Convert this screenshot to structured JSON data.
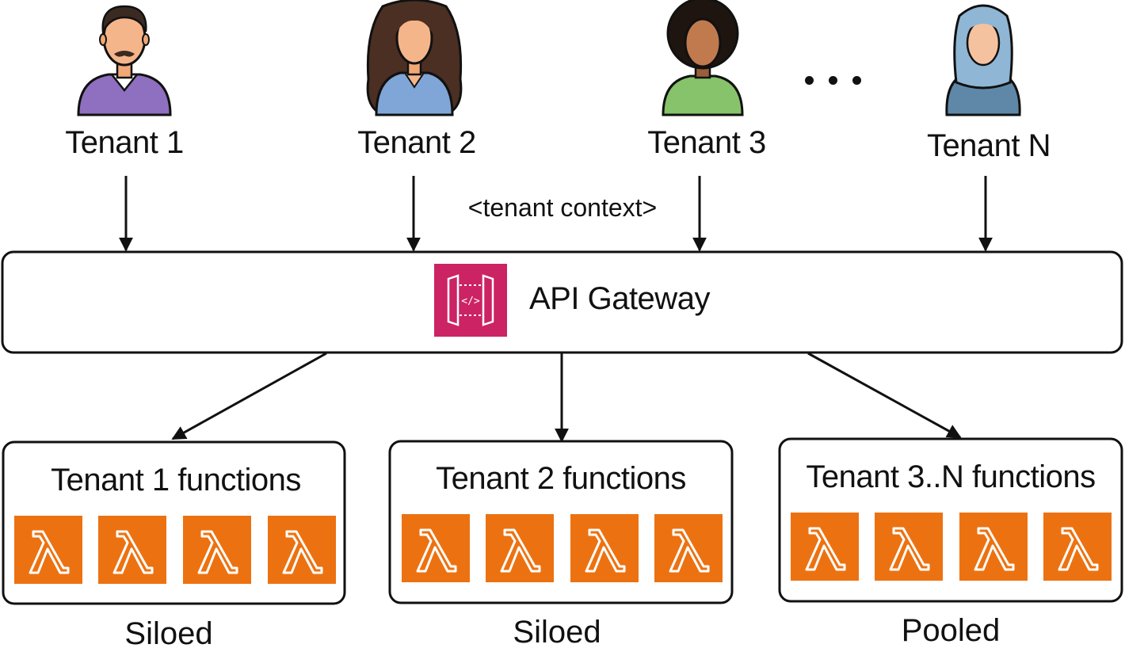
{
  "tenants": [
    {
      "label": "Tenant 1",
      "avatar": "man-mustache-avatar",
      "shirt_color": "#8e6fc0"
    },
    {
      "label": "Tenant 2",
      "avatar": "woman-long-hair-avatar",
      "shirt_color": "#7fa6d6"
    },
    {
      "label": "Tenant 3",
      "avatar": "man-curly-hair-avatar",
      "shirt_color": "#86c36a"
    },
    {
      "label": "Tenant N",
      "avatar": "woman-hijab-avatar",
      "shirt_color": "#5f88a8"
    }
  ],
  "ellipsis": "...",
  "context_label": "<tenant context>",
  "gateway": {
    "label": "API Gateway",
    "icon": "api-gateway-icon",
    "icon_color": "#cc2364"
  },
  "groups": [
    {
      "title": "Tenant 1 functions",
      "footer": "Siloed",
      "function_icon": "lambda-icon",
      "function_count": 4
    },
    {
      "title": "Tenant 2 functions",
      "footer": "Siloed",
      "function_icon": "lambda-icon",
      "function_count": 4
    },
    {
      "title": "Tenant 3..N functions",
      "footer": "Pooled",
      "function_icon": "lambda-icon",
      "function_count": 4
    }
  ],
  "colors": {
    "lambda": "#ec7211",
    "gateway": "#cc2364",
    "stroke": "#111111"
  }
}
